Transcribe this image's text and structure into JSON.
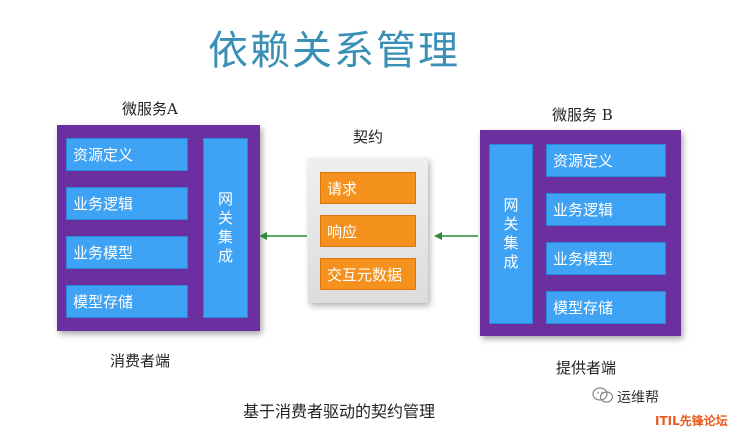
{
  "title": "依赖关系管理",
  "service_a": {
    "name": "微服务A",
    "role": "消费者端",
    "items": [
      "资源定义",
      "业务逻辑",
      "业务模型",
      "模型存储"
    ],
    "gateway": [
      "网",
      "关",
      "集",
      "成"
    ]
  },
  "service_b": {
    "name": "微服务 B",
    "role": "提供者端",
    "items": [
      "资源定义",
      "业务逻辑",
      "业务模型",
      "模型存储"
    ],
    "gateway": [
      "网",
      "关",
      "集",
      "成"
    ]
  },
  "contract": {
    "name": "契约",
    "items": [
      "请求",
      "响应",
      "交互元数据"
    ]
  },
  "caption": "基于消费者驱动的契约管理",
  "watermark": {
    "wechat": "运维帮",
    "forum": "ITIL先锋论坛"
  },
  "colors": {
    "title": "#3a8fb7",
    "service_frame": "#6b2fa0",
    "module": "#3ea3f5",
    "contract_item": "#f5921e",
    "arrow": "#2e8b3a"
  }
}
